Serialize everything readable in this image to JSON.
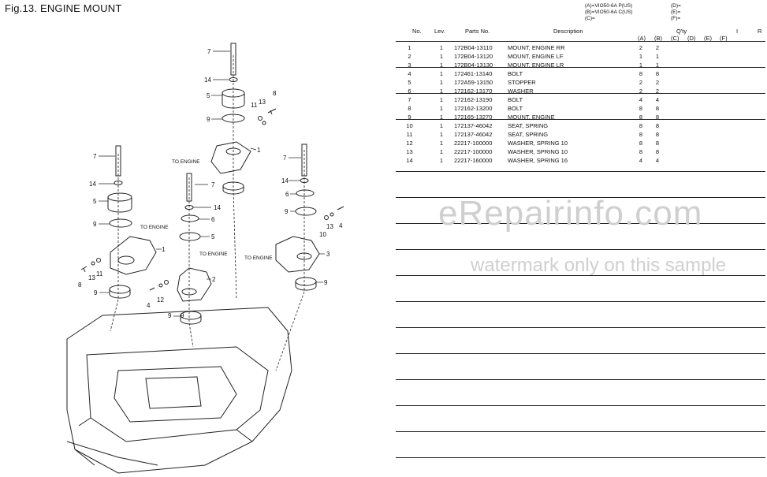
{
  "figure": {
    "title": "Fig.13.  ENGINE MOUNT"
  },
  "models": {
    "a": "(A)=VIO50-6A P(US)",
    "b": "(B)=VIO50-6A C(US)",
    "c": "(C)=",
    "d": "(D)=",
    "e": "(E)=",
    "f": "(F)="
  },
  "table": {
    "headers": {
      "no": "No.",
      "lev": "Lev.",
      "parts_no": "Parts No.",
      "description": "Description",
      "qty": "Q'ty",
      "i": "I",
      "r": "R",
      "a": "(A)",
      "b": "(B)",
      "c": "(C)",
      "d": "(D)",
      "e": "(E)",
      "f": "(F)"
    },
    "rows": [
      {
        "no": "1",
        "lev": "1",
        "parts_no": "172B04-13110",
        "description": "MOUNT, ENGINE RR",
        "qty_a": "2",
        "qty_b": "2"
      },
      {
        "no": "2",
        "lev": "1",
        "parts_no": "172B04-13120",
        "description": "MOUNT, ENGINE LF",
        "qty_a": "1",
        "qty_b": "1"
      },
      {
        "no": "3",
        "lev": "1",
        "parts_no": "172B04-13130",
        "description": "MOUNT, ENGINE LR",
        "qty_a": "1",
        "qty_b": "1"
      },
      {
        "no": "4",
        "lev": "1",
        "parts_no": "172461-13140",
        "description": "BOLT",
        "qty_a": "8",
        "qty_b": "8"
      },
      {
        "no": "5",
        "lev": "1",
        "parts_no": "172A59-13150",
        "description": "STOPPER",
        "qty_a": "2",
        "qty_b": "2"
      },
      {
        "no": "6",
        "lev": "1",
        "parts_no": "172162-13170",
        "description": "WASHER",
        "qty_a": "2",
        "qty_b": "2"
      },
      {
        "no": "7",
        "lev": "1",
        "parts_no": "172162-13190",
        "description": "BOLT",
        "qty_a": "4",
        "qty_b": "4"
      },
      {
        "no": "8",
        "lev": "1",
        "parts_no": "172162-13200",
        "description": "BOLT",
        "qty_a": "8",
        "qty_b": "8"
      },
      {
        "no": "9",
        "lev": "1",
        "parts_no": "172165-13270",
        "description": "MOUNT, ENGINE",
        "qty_a": "8",
        "qty_b": "8"
      },
      {
        "no": "10",
        "lev": "1",
        "parts_no": "172137-46042",
        "description": "SEAT, SPRING",
        "qty_a": "8",
        "qty_b": "8"
      },
      {
        "no": "11",
        "lev": "1",
        "parts_no": "172137-46042",
        "description": "SEAT, SPRING",
        "qty_a": "8",
        "qty_b": "8"
      },
      {
        "no": "12",
        "lev": "1",
        "parts_no": "22217-100000",
        "description": "WASHER, SPRING 10",
        "qty_a": "8",
        "qty_b": "8"
      },
      {
        "no": "13",
        "lev": "1",
        "parts_no": "22217-100000",
        "description": "WASHER, SPRING 10",
        "qty_a": "8",
        "qty_b": "8"
      },
      {
        "no": "14",
        "lev": "1",
        "parts_no": "22217-160000",
        "description": "WASHER, SPRING 16",
        "qty_a": "4",
        "qty_b": "4"
      }
    ]
  },
  "diagram": {
    "to_engine": "TO ENGINE",
    "callouts": [
      "7",
      "14",
      "5",
      "9",
      "11",
      "13",
      "8",
      "1",
      "7",
      "14",
      "5",
      "9",
      "1",
      "8",
      "13",
      "11",
      "9",
      "7",
      "14",
      "6",
      "5",
      "9",
      "4",
      "12",
      "2",
      "9",
      "7",
      "14",
      "6",
      "9",
      "13",
      "10",
      "4",
      "3",
      "9"
    ]
  },
  "watermark": {
    "line1": "eRepairinfo.com",
    "line2": "watermark only on this sample"
  }
}
